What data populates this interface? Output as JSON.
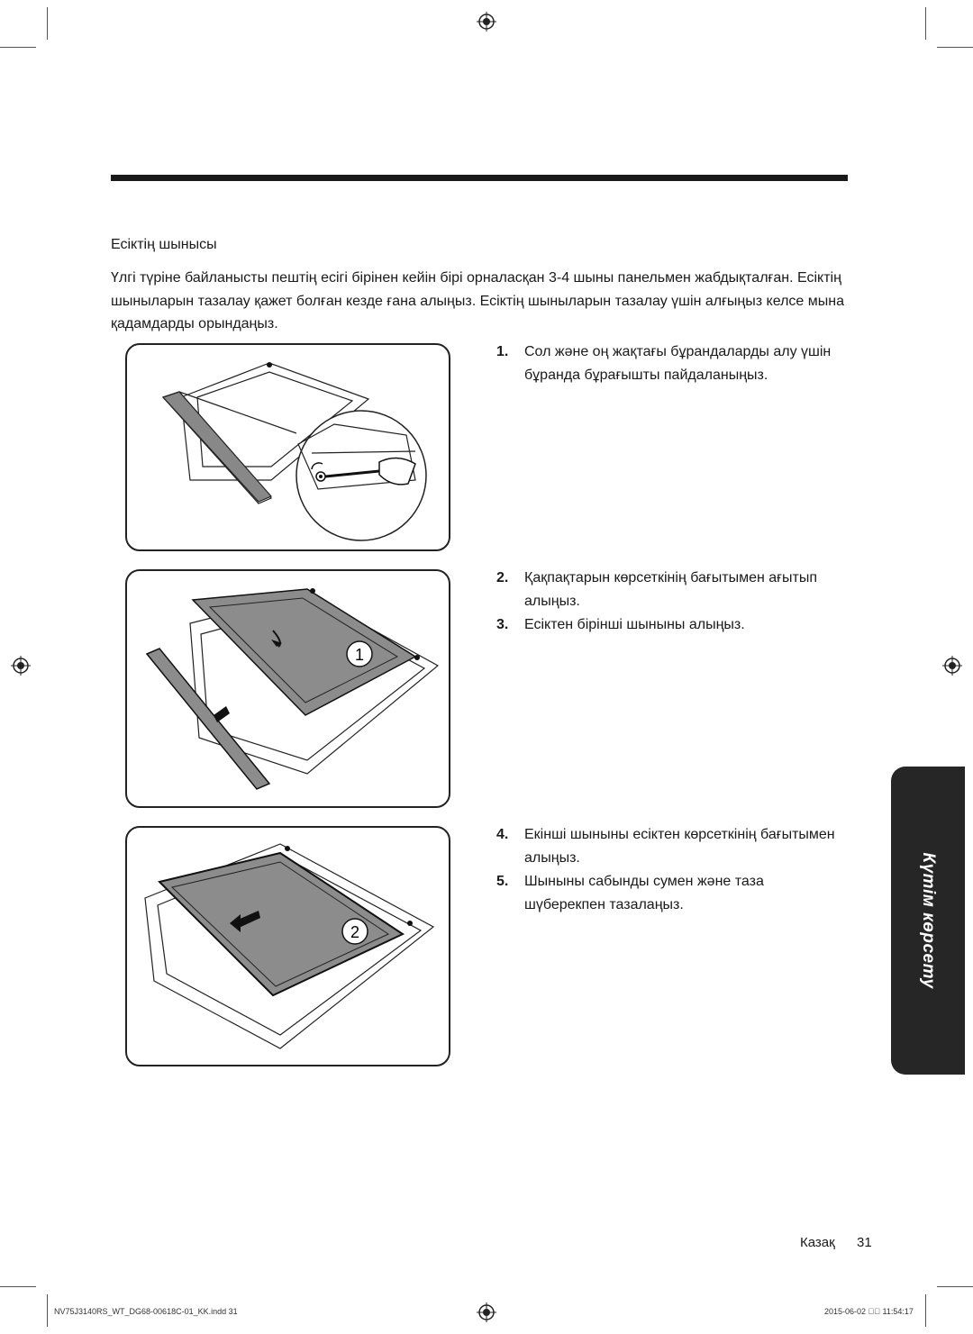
{
  "section_title": "Есіктің шынысы",
  "intro": "Үлгі түріне байланысты пештің есігі бірінен кейін бірі орналасқан 3-4 шыны панельмен жабдықталған. Есіктің шыныларын тазалау қажет болған кезде ғана алыңыз. Есіктің шыныларын тазалау үшін алғыңыз келсе мына қадамдарды орындаңыз.",
  "steps": [
    {
      "num": "1.",
      "text": "Сол және оң жақтағы бұрандаларды алу үшін бұранда бұрағышты пайдаланыңыз."
    },
    {
      "num": "2.",
      "text": "Қақпақтарын көрсеткінің бағытымен ағытып алыңыз."
    },
    {
      "num": "3.",
      "text": "Есіктен бірінші шыныны алыңыз."
    },
    {
      "num": "4.",
      "text": "Екінші шыныны есіктен көрсеткінің бағытымен алыңыз."
    },
    {
      "num": "5.",
      "text": "Шыныны сабынды сумен және таза шүберекпен тазалаңыз."
    }
  ],
  "figure_labels": {
    "one": "1",
    "two": "2"
  },
  "side_tab": "Күтім көрсету",
  "footer": {
    "language": "Казақ",
    "page": "31"
  },
  "print_info": {
    "file": "NV75J3140RS_WT_DG68-00618C-01_KK.indd   31",
    "datetime": "2015-06-02   ￿￿ 11:54:17"
  },
  "colors": {
    "text": "#1a1a1a",
    "tab_bg": "#262626",
    "glass": "#8c8c8c"
  }
}
